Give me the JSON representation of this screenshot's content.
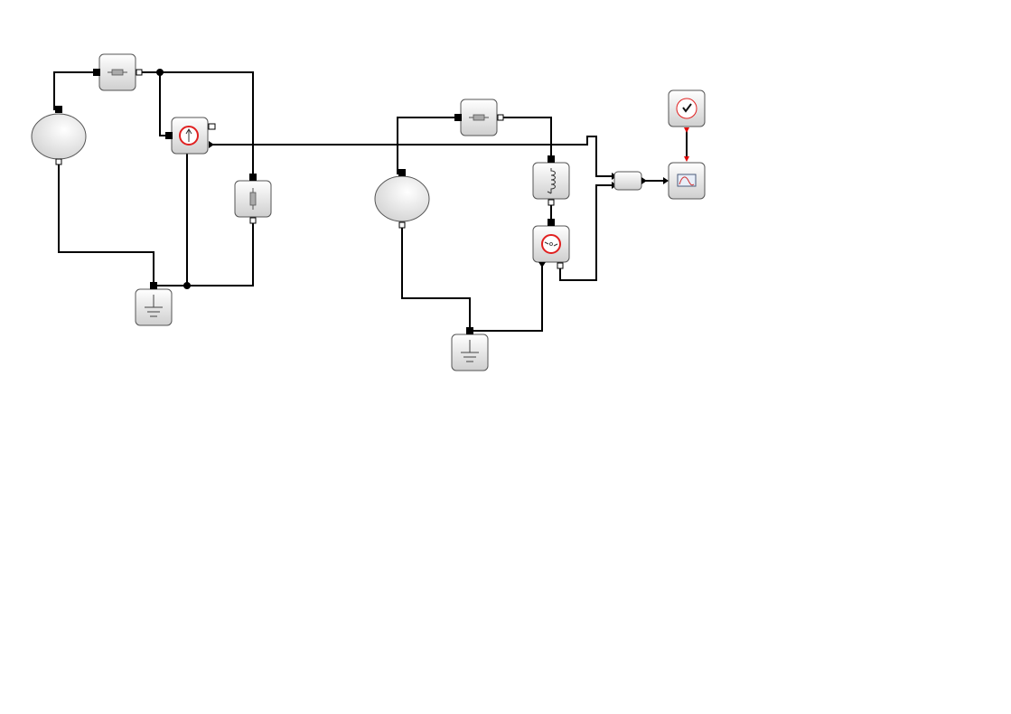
{
  "diagram": {
    "type": "xcos-circuit",
    "colors": {
      "wire": "#000000",
      "activation_link": "#e00000",
      "block_fill_top": "#ffffff",
      "block_fill_bottom": "#d2d2d2",
      "block_border": "#555555",
      "sensor_ring": "#e02020"
    },
    "blocks": [
      {
        "id": "source-left",
        "icon": "ellipse-icon"
      },
      {
        "id": "resistor-top-left",
        "icon": "resistor-icon"
      },
      {
        "id": "current-sensor",
        "icon": "current-sensor-icon"
      },
      {
        "id": "capacitor-left",
        "icon": "capacitor-icon"
      },
      {
        "id": "ground-left",
        "icon": "ground-icon"
      },
      {
        "id": "source-right",
        "icon": "ellipse-icon"
      },
      {
        "id": "resistor-top-right",
        "icon": "resistor-icon"
      },
      {
        "id": "inductor",
        "icon": "inductor-icon"
      },
      {
        "id": "voltage-sensor",
        "icon": "voltage-sensor-icon"
      },
      {
        "id": "ground-right",
        "icon": "ground-icon"
      },
      {
        "id": "mux",
        "icon": "mux-icon"
      },
      {
        "id": "clock",
        "icon": "clock-icon"
      },
      {
        "id": "scope",
        "icon": "scope-icon"
      }
    ]
  }
}
